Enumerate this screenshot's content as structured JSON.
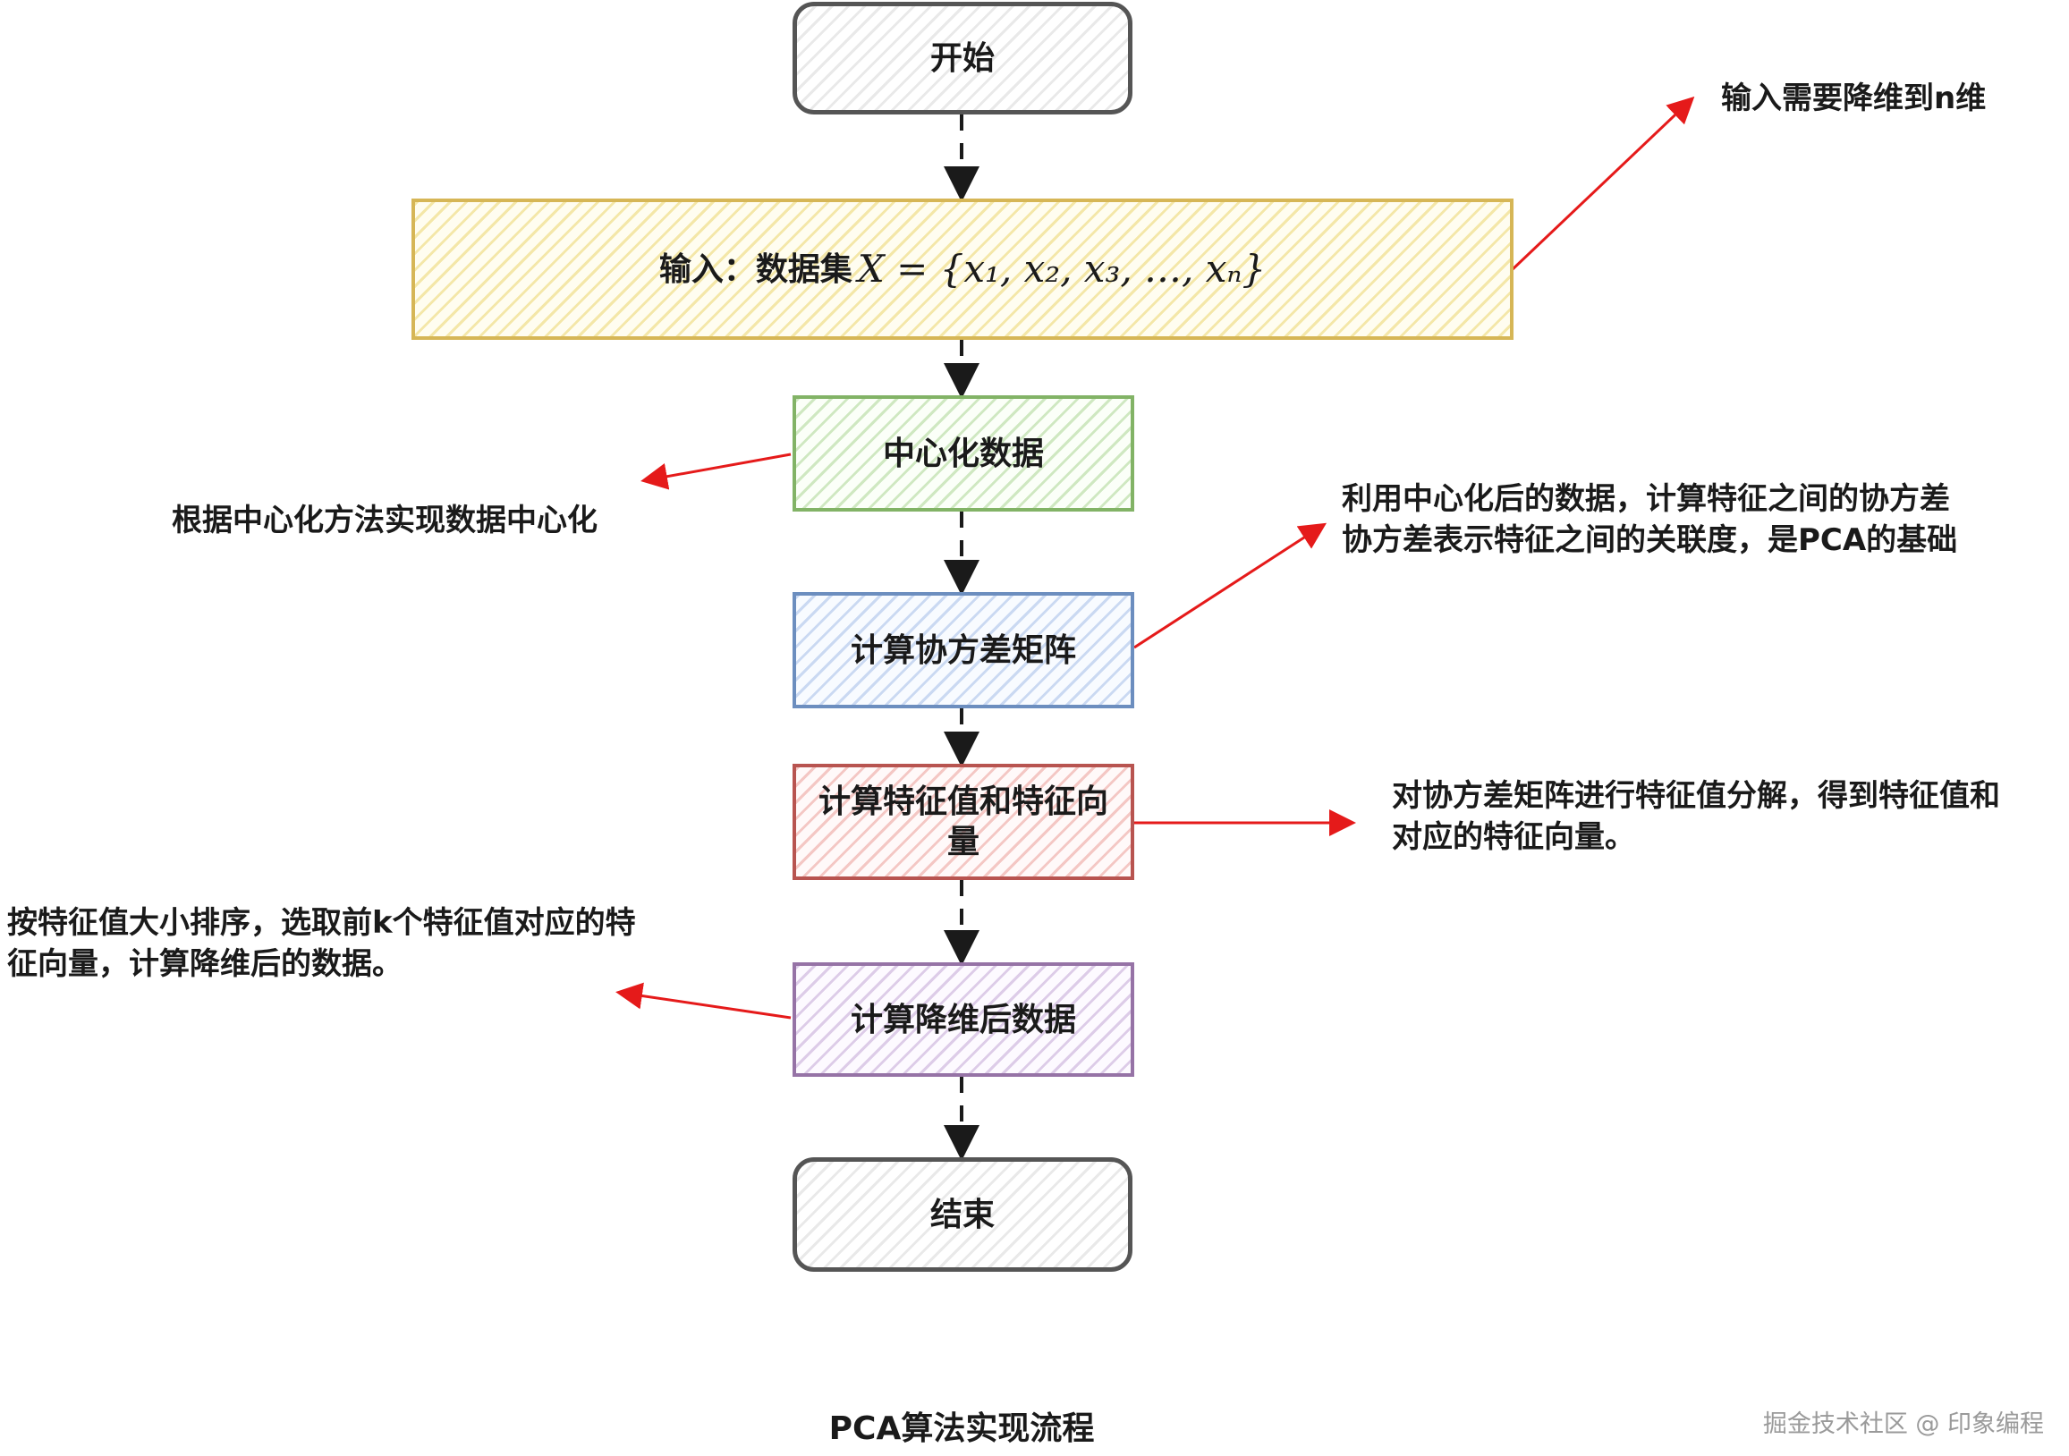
{
  "nodes": {
    "start": "开始",
    "input_label": "输入：数据集",
    "input_formula": "X = {x₁, x₂, x₃, …, xₙ}",
    "center": "中心化数据",
    "covariance": "计算协方差矩阵",
    "eigen": "计算特征值和特征向量",
    "reduce": "计算降维后数据",
    "end": "结束"
  },
  "notes": {
    "input_note": "输入需要降维到n维",
    "center_note": "根据中心化方法实现数据中心化",
    "covariance_note": [
      "利用中心化后的数据，计算特征之间的协方差",
      "协方差表示特征之间的关联度，是PCA的基础"
    ],
    "eigen_note": [
      "对协方差矩阵进行特征值分解，得到特征值和",
      "对应的特征向量。"
    ],
    "reduce_note": [
      "按特征值大小排序，选取前k个特征值对应的特",
      "征向量，计算降维后的数据。"
    ]
  },
  "caption": "PCA算法实现流程",
  "watermark": "掘金技术社区 @ 印象编程",
  "colors": {
    "flow_arrow": "#1a1a1a",
    "annotation_arrow": "#e51a1a",
    "input_border": "#d6b656",
    "center_border": "#82b366",
    "covariance_border": "#6c8ebf",
    "eigen_border": "#b85450",
    "reduce_border": "#9673a6",
    "terminal_border": "#555555"
  }
}
